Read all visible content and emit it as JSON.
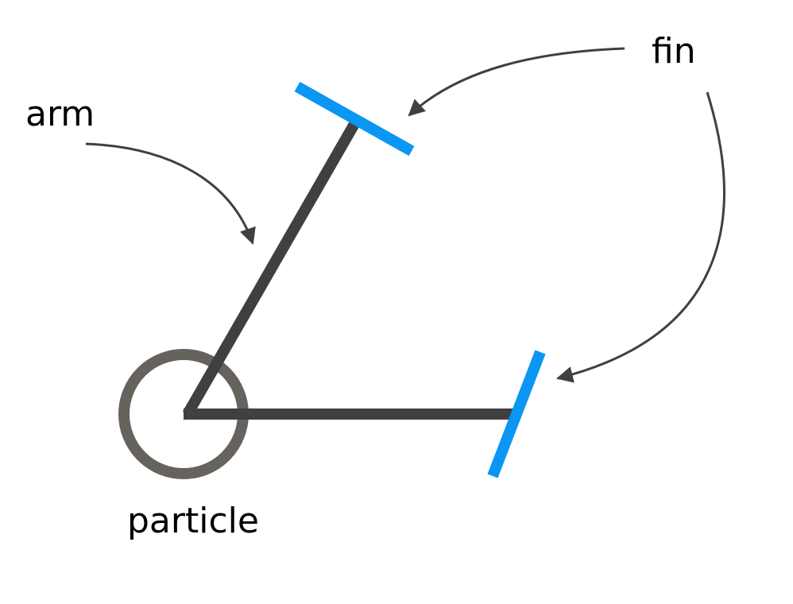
{
  "labels": {
    "arm": "arm",
    "fin": "fin",
    "particle": "particle"
  },
  "colors": {
    "arm": "#404040",
    "fin": "#0A96F2",
    "particle": "#66625E",
    "annotation": "#404040"
  }
}
